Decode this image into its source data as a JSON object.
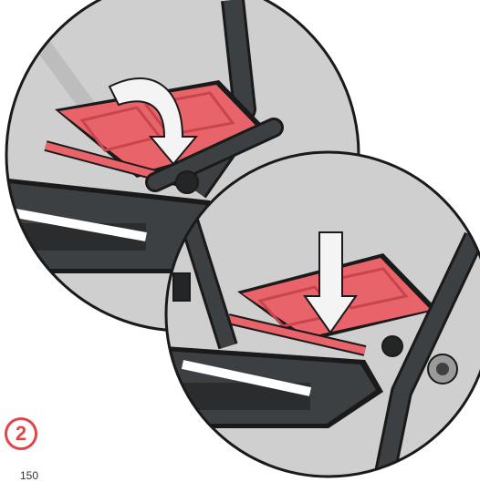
{
  "step": {
    "number": "2",
    "color": "#e0454a"
  },
  "page": {
    "number": "150"
  },
  "illustrations": [
    {
      "name": "footrest-step-a",
      "arrow": "down-curved"
    },
    {
      "name": "footrest-step-b",
      "arrow": "down-straight"
    }
  ],
  "colors": {
    "frame": "#3d4042",
    "frame_dark": "#232526",
    "footrest": "#e8636a",
    "footrest_dark": "#c8454c",
    "arrow": "#f4f4f4",
    "outline": "#1a1a1a",
    "background_circle": "#c9c9c9"
  }
}
